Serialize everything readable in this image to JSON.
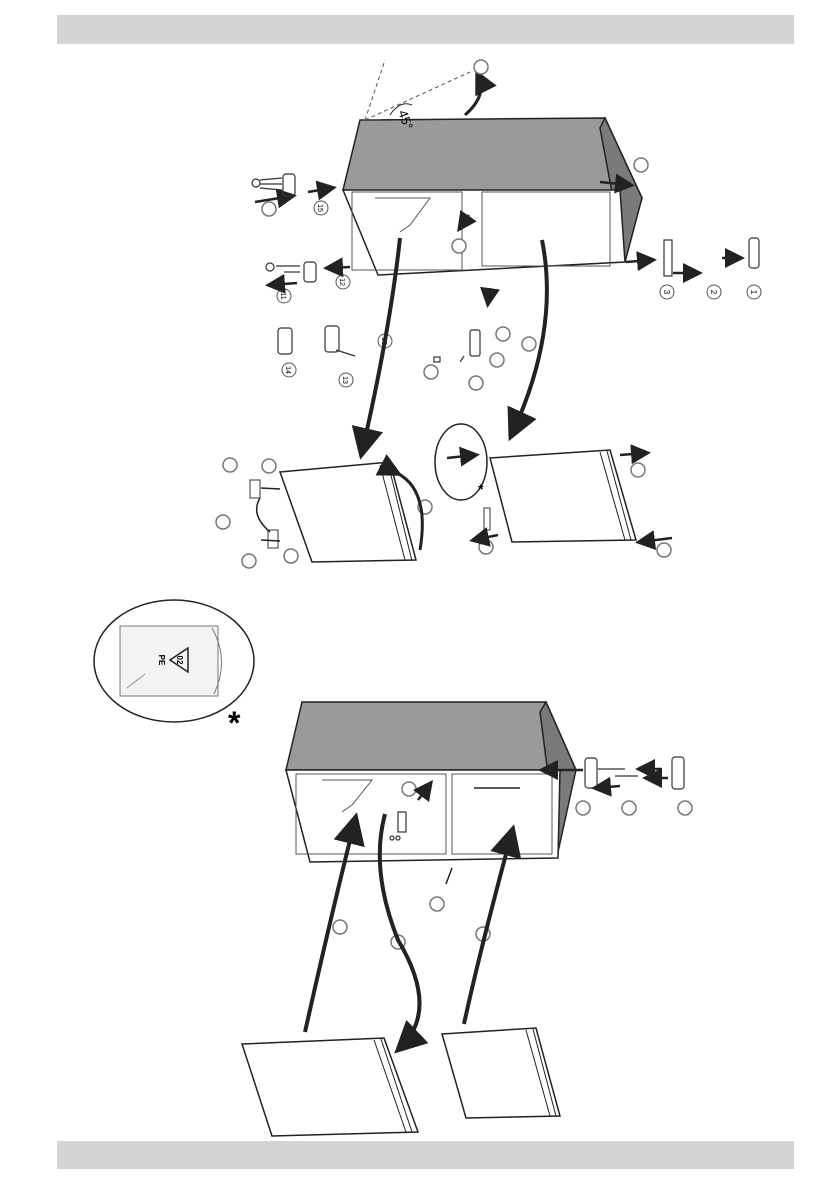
{
  "header_bar": {
    "color": "#d4d4d4"
  },
  "footer_bar": {
    "color": "#d4d4d4"
  },
  "colors": {
    "cabinet_top": "#9a9a9a",
    "cabinet_side": "#7a7a7a",
    "line": "#222222",
    "callout": "#777777"
  },
  "angle_label": "45°",
  "step_labels": {
    "s1": "1",
    "s2": "2",
    "s3": "3",
    "s10": "10",
    "s11": "11",
    "s12": "12",
    "s13": "13",
    "s14": "14",
    "s15": "15"
  },
  "recycle_symbol": {
    "code": "02",
    "material": "PE"
  },
  "asterisk": "*",
  "icons": [
    "refrigerator-cabinet-icon",
    "door-icon",
    "hinge-icon",
    "screw-icon",
    "recycle-bag-icon"
  ]
}
